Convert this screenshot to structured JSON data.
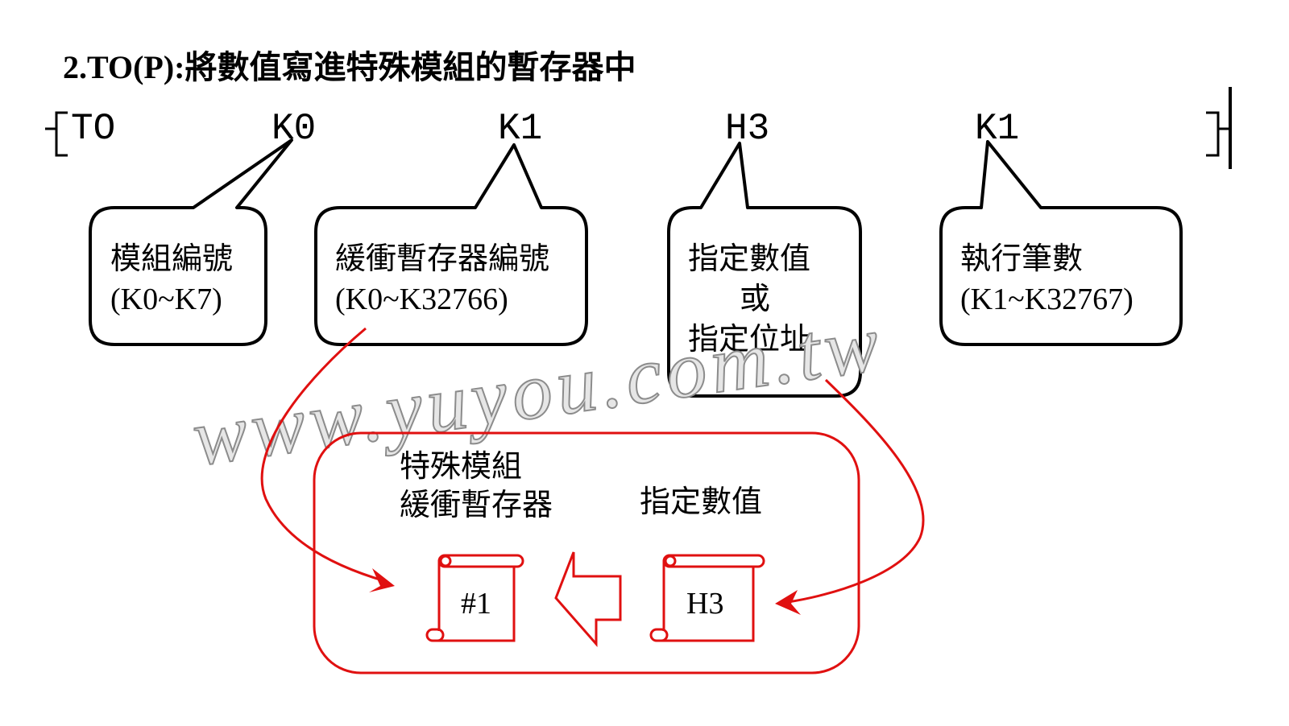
{
  "title": "2.TO(P):將數值寫進特殊模組的暫存器中",
  "instruction": {
    "mnemonic": "TO",
    "operands": [
      "K0",
      "K1",
      "H3",
      "K1"
    ]
  },
  "callouts": [
    {
      "line1": "模組編號",
      "line2": "(K0~K7)"
    },
    {
      "line1": "緩衝暫存器編號",
      "line2": "(K0~K32766)"
    },
    {
      "line1": "指定數值",
      "line2": "或",
      "line3": "指定位址"
    },
    {
      "line1": "執行筆數",
      "line2": "(K1~K32767)"
    }
  ],
  "module_panel": {
    "label_left_1": "特殊模組",
    "label_left_2": "緩衝暫存器",
    "label_right": "指定數值",
    "register": "#1",
    "value": "H3"
  },
  "watermark": "www.yuyou.com.tw",
  "colors": {
    "accent": "#e01010",
    "text": "#000000"
  }
}
